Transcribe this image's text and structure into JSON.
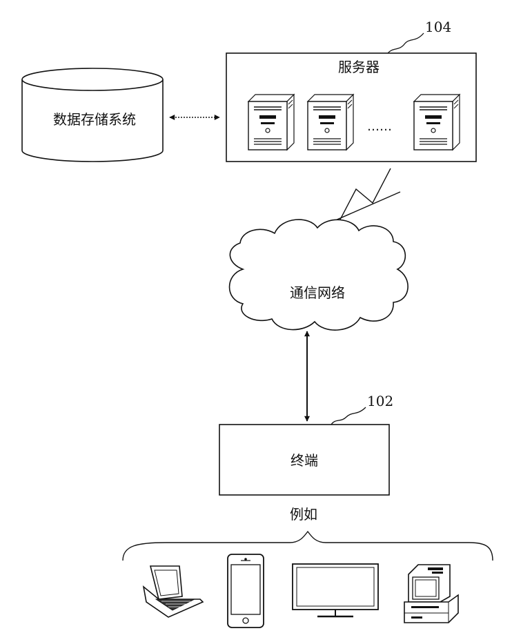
{
  "storage": {
    "label": "数据存储系统"
  },
  "server": {
    "label": "服务器",
    "ref": "104",
    "ellipsis": "……"
  },
  "network": {
    "label": "通信网络"
  },
  "terminal": {
    "label": "终端",
    "ref": "102"
  },
  "examples": {
    "label": "例如",
    "devices": [
      {
        "icon": "laptop-icon"
      },
      {
        "icon": "smartphone-icon"
      },
      {
        "icon": "monitor-icon"
      },
      {
        "icon": "desktop-computer-icon"
      }
    ]
  },
  "colors": {
    "stroke": "#111111",
    "fill": "#ffffff"
  }
}
